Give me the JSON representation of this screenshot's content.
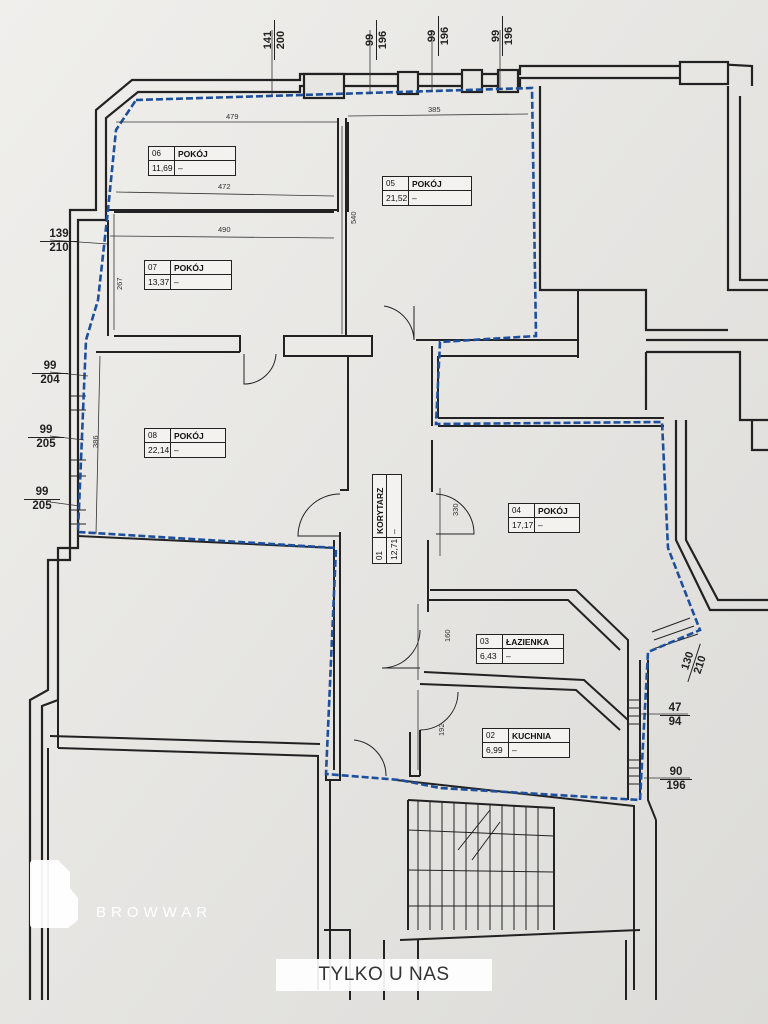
{
  "rooms": [
    {
      "number": "06",
      "name": "POKÓJ",
      "area": "11,69",
      "dash": "–"
    },
    {
      "number": "05",
      "name": "POKÓJ",
      "area": "21,52",
      "dash": "–"
    },
    {
      "number": "07",
      "name": "POKÓJ",
      "area": "13,37",
      "dash": "–"
    },
    {
      "number": "08",
      "name": "POKÓJ",
      "area": "22,14",
      "dash": "–"
    },
    {
      "number": "01",
      "name": "KORYTARZ",
      "area": "12,71",
      "dash": "–"
    },
    {
      "number": "04",
      "name": "POKÓJ",
      "area": "17,17",
      "dash": "–"
    },
    {
      "number": "03",
      "name": "ŁAZIENKA",
      "area": "6,43",
      "dash": "–"
    },
    {
      "number": "02",
      "name": "KUCHNIA",
      "area": "6,99",
      "dash": "–"
    }
  ],
  "window_dims": {
    "top": [
      {
        "top": "141",
        "bottom": "200"
      },
      {
        "top": "99",
        "bottom": "196"
      },
      {
        "top": "99",
        "bottom": "196"
      },
      {
        "top": "99",
        "bottom": "196"
      }
    ],
    "left": [
      {
        "top": "139",
        "bottom": "210"
      },
      {
        "top": "99",
        "bottom": "204"
      },
      {
        "top": "99",
        "bottom": "205"
      },
      {
        "top": "99",
        "bottom": "205"
      }
    ],
    "right": [
      {
        "top": "130",
        "bottom": "210"
      },
      {
        "top": "47",
        "bottom": "94"
      },
      {
        "top": "90",
        "bottom": "196"
      }
    ]
  },
  "inner_dims": {
    "d479": "479",
    "d385": "385",
    "d472": "472",
    "d490": "490",
    "d540": "540",
    "d267": "267",
    "d386": "386",
    "d330": "330",
    "d160": "160",
    "d192": "192"
  },
  "brand": {
    "name": "BROWWAR"
  },
  "promo": {
    "text": "TYLKO U NAS"
  },
  "colors": {
    "outline": "#1e4f9c",
    "walls": "#222222",
    "paper": "#e9e8e5"
  }
}
